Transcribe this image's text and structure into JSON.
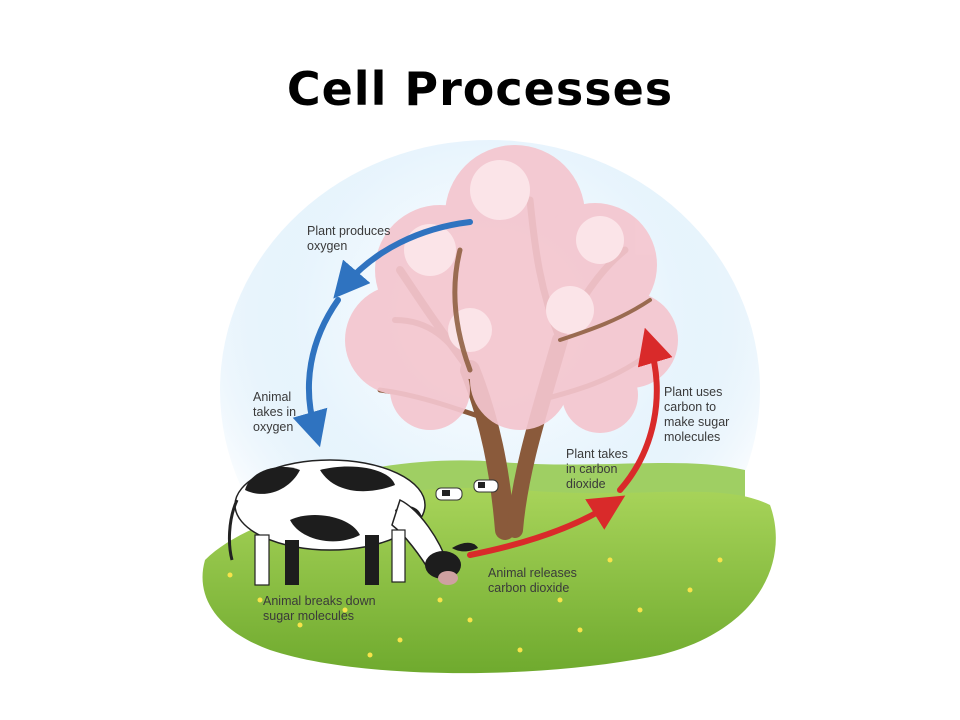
{
  "title": "Cell Processes",
  "colors": {
    "oxygen_arrow": "#2f73c0",
    "co2_arrow": "#d92a2a",
    "blossom": "#f4c6cf",
    "grass": "#8cc63f",
    "sky": "#d6ecfb",
    "trunk": "#8a5a3b"
  },
  "labels": {
    "plant_produces_oxygen": [
      "Plant produces",
      "oxygen"
    ],
    "animal_takes_in_oxygen": [
      "Animal",
      "takes in",
      "oxygen"
    ],
    "plant_uses_carbon": [
      "Plant uses",
      "carbon to",
      "make sugar",
      "molecules"
    ],
    "plant_takes_in_co2": [
      "Plant takes",
      "in carbon",
      "dioxide"
    ],
    "animal_releases_co2": [
      "Animal releases",
      "carbon dioxide"
    ],
    "animal_breaks_down_sugar": [
      "Animal breaks down",
      "sugar molecules"
    ]
  }
}
